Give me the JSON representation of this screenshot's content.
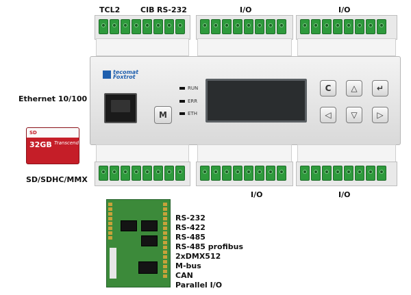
{
  "top_labels": [
    "TCL2",
    "CIB",
    "RS-232",
    "I/O",
    "I/O"
  ],
  "side_labels": {
    "ethernet": "Ethernet 10/100",
    "sd": "SD/SDHC/MMX"
  },
  "bottom_labels": [
    "I/O",
    "I/O"
  ],
  "device": {
    "brand_line1": "tecomat",
    "brand_line2": "Foxtrot",
    "leds": [
      "RUN",
      "ERR",
      "ETH"
    ],
    "keys": {
      "m": "M",
      "c": "C",
      "up": "△",
      "enter": "↵",
      "left": "◁",
      "down": "▽",
      "right": "▷"
    }
  },
  "sd_card": {
    "capacity": "32GB",
    "type": "SD",
    "brand": "Transcend"
  },
  "module_interfaces": [
    "RS-232",
    "RS-422",
    "RS-485",
    "RS-485 profibus",
    "2xDMX512",
    "M-bus",
    "CAN",
    "Parallel I/O"
  ]
}
